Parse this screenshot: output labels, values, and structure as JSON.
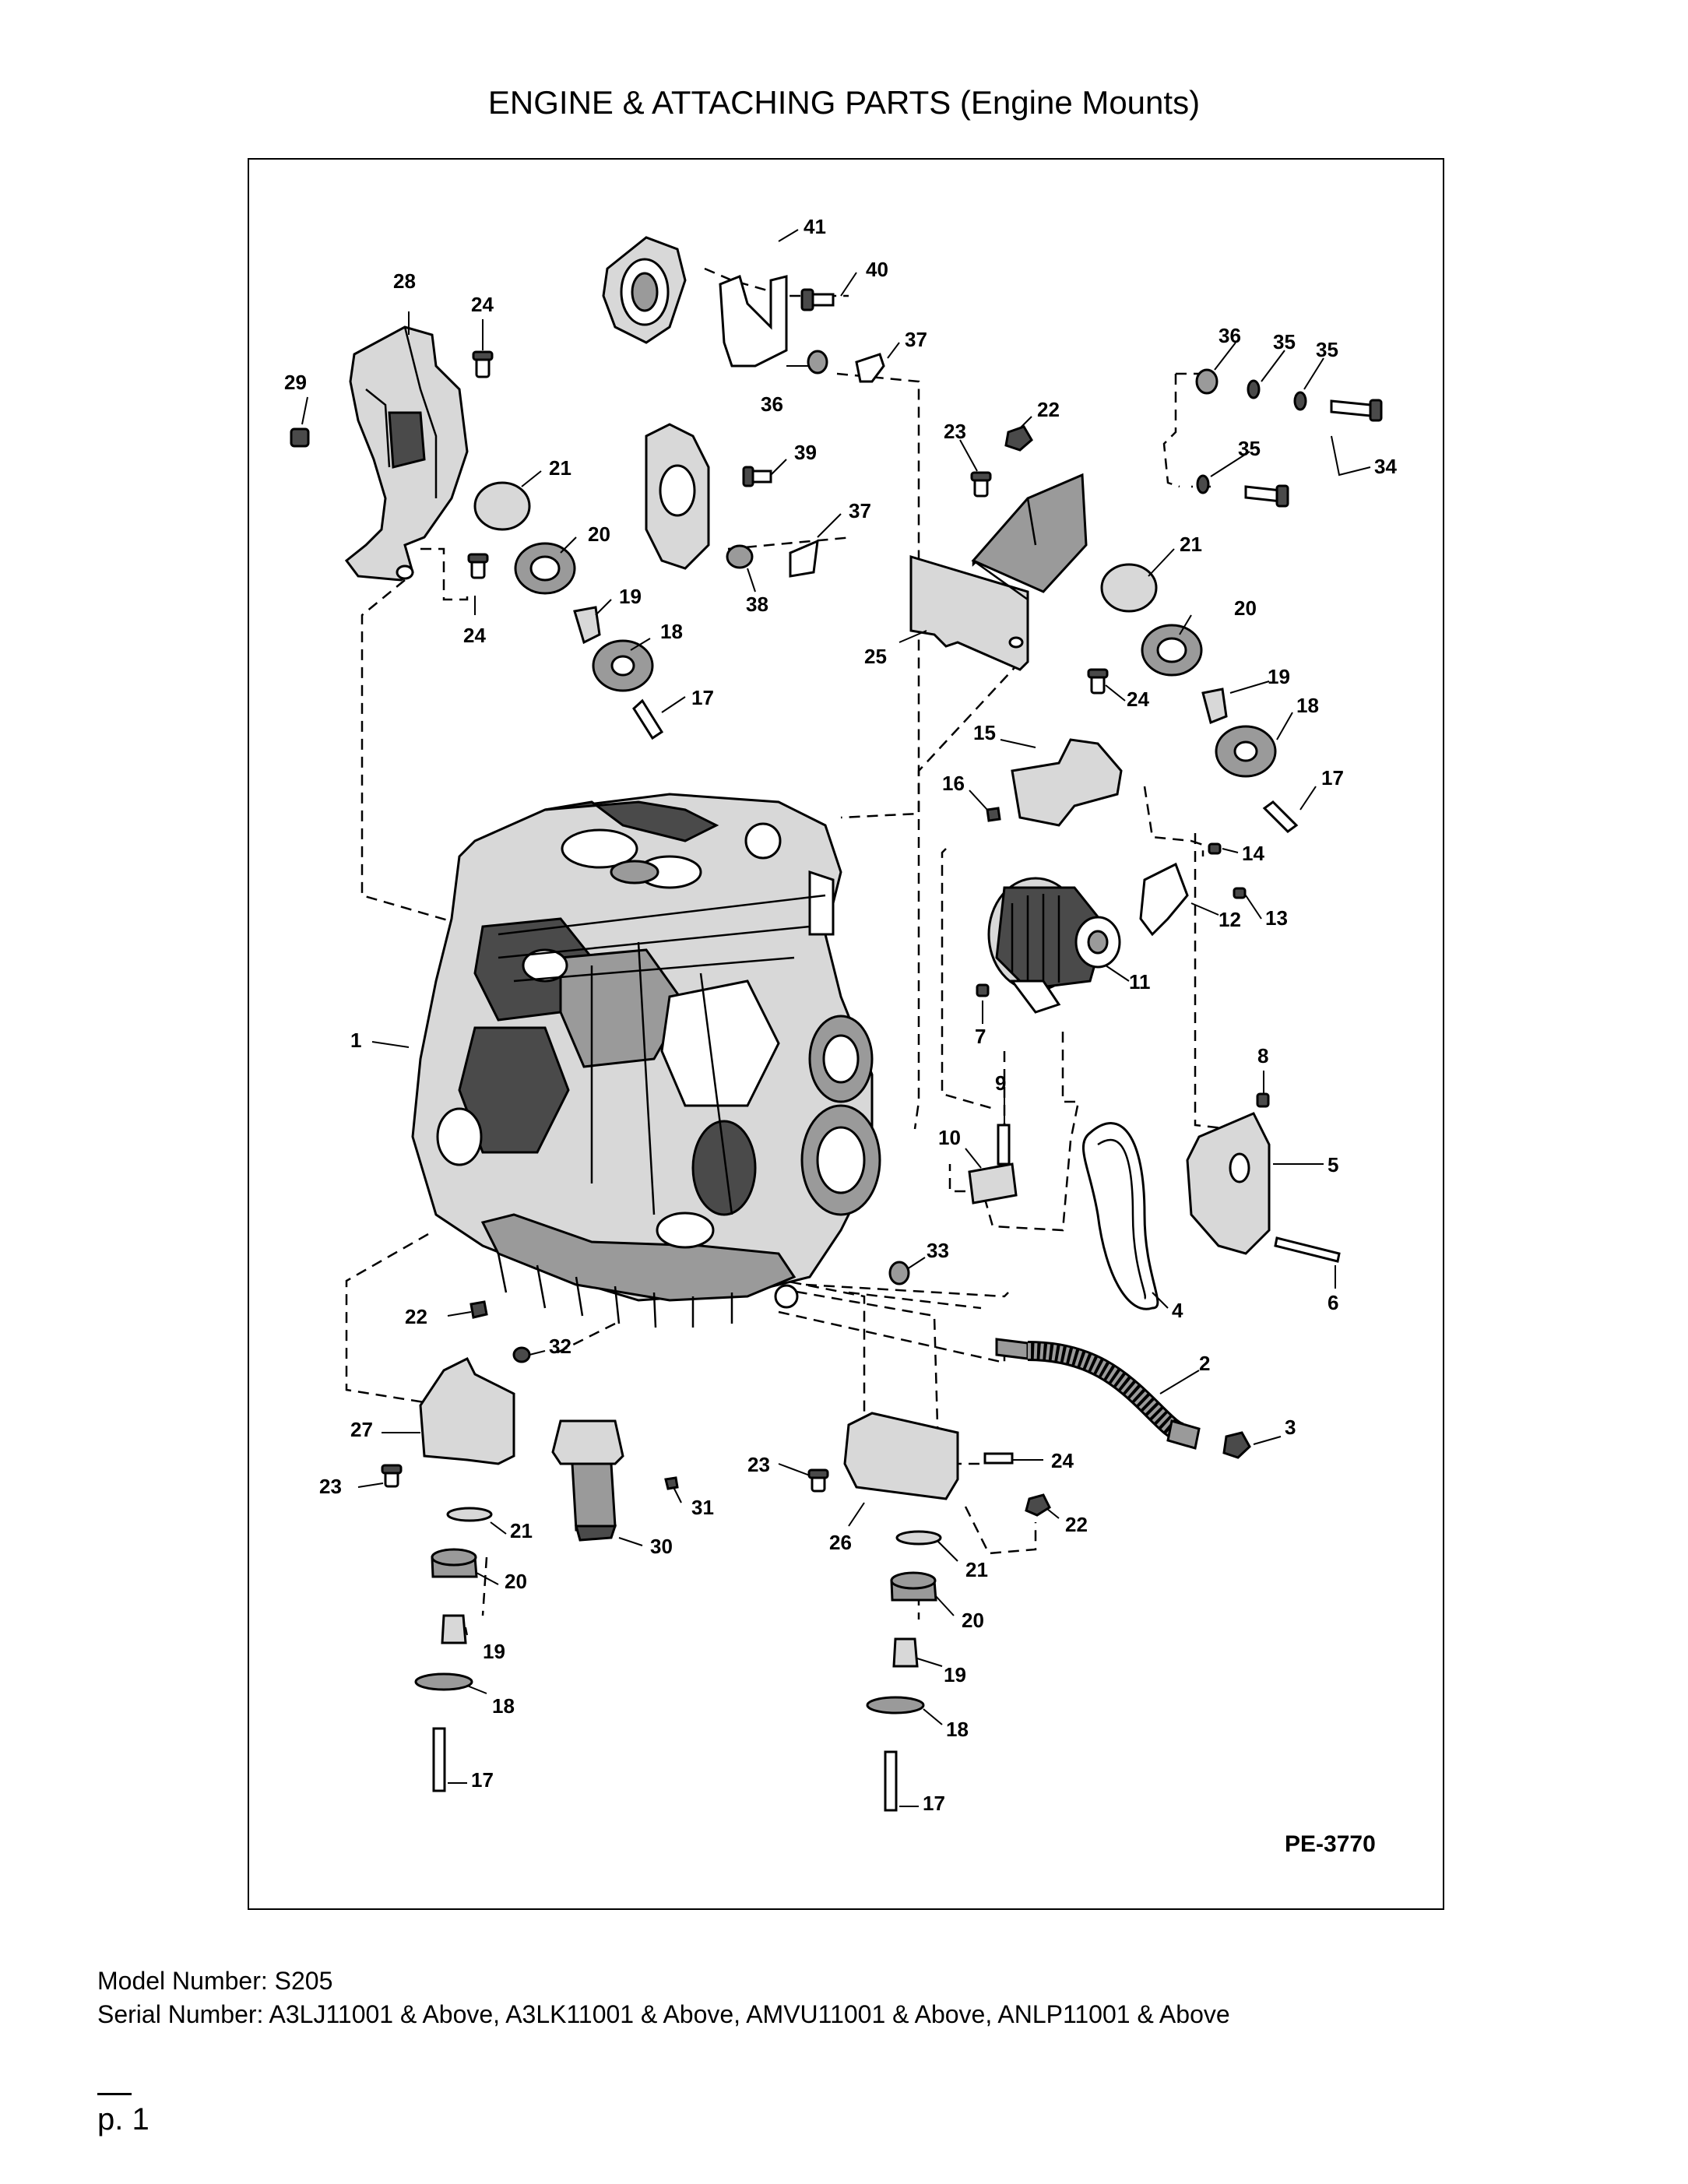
{
  "header": {
    "title": "ENGINE & ATTACHING PARTS (Engine Mounts)"
  },
  "diagram": {
    "reference_code": "PE-3770",
    "callouts": [
      "1",
      "2",
      "3",
      "4",
      "5",
      "6",
      "7",
      "8",
      "9",
      "10",
      "11",
      "12",
      "13",
      "14",
      "15",
      "16",
      "17",
      "18",
      "19",
      "20",
      "21",
      "22",
      "23",
      "24",
      "25",
      "26",
      "27",
      "28",
      "29",
      "30",
      "31",
      "32",
      "33",
      "34",
      "35",
      "36",
      "37",
      "38",
      "39",
      "40",
      "41"
    ]
  },
  "footer": {
    "model_line": "Model Number: S205",
    "serial_line": "Serial Number: A3LJ11001 & Above, A3LK11001 & Above, AMVU11001 & Above, ANLP11001 & Above",
    "page_label": "p. 1"
  }
}
